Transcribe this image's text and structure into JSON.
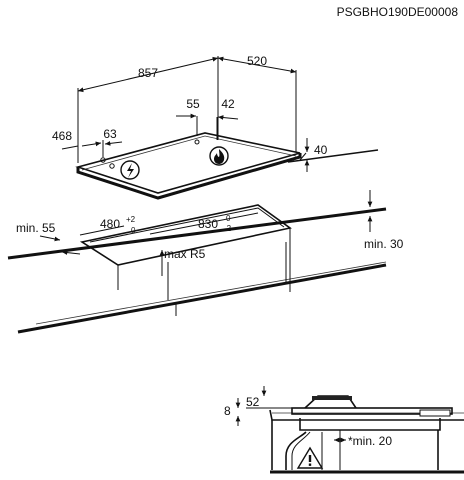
{
  "code": "PSGBHO190DE00008",
  "hob": {
    "width": "857",
    "depth": "520",
    "left_offset": "468",
    "left_burner": "63",
    "center_a": "55",
    "center_b": "42",
    "height": "40"
  },
  "cutout": {
    "min_side": "min. 55",
    "depth": "480",
    "depth_tol_top": "+2",
    "depth_tol_bottom": "0",
    "width": "830",
    "width_tol_top": "0",
    "width_tol_bottom": "-2",
    "radius": "max R5",
    "min_below": "min. 30"
  },
  "section": {
    "left_value": "8",
    "top_value": "52",
    "clearance": "*min. 20"
  },
  "icons": [
    "electric-warning-icon",
    "flame-icon",
    "warning-triangle-icon"
  ]
}
